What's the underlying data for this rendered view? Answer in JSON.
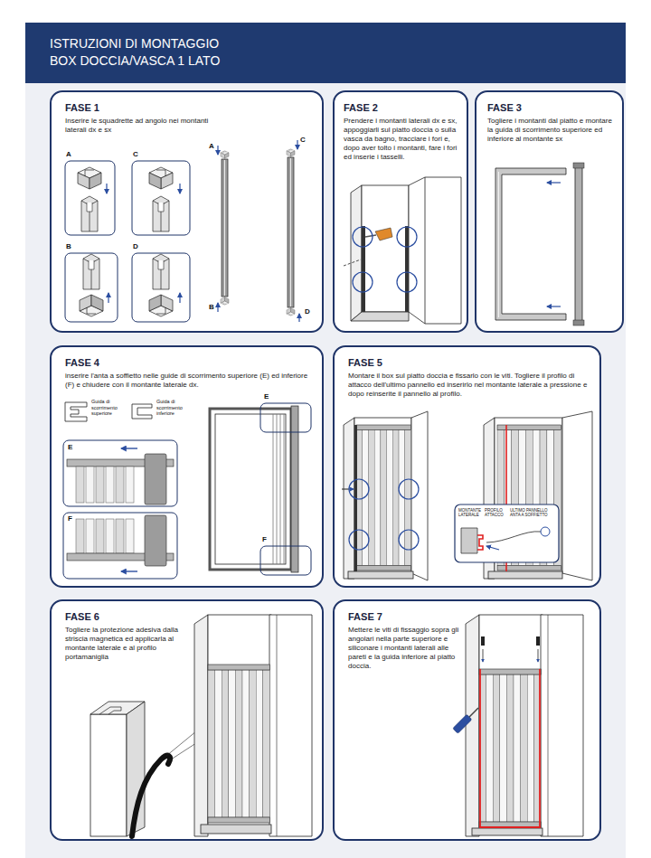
{
  "diagram": {
    "nodes": [
      {
        "text": [
          "ISTRUZIONI DI MONTAGGIO BOX DOCCIA/VASCA 1 LATO"
        ]
      },
      {
        "text": [
          "FASE 1",
          "Inserire le squadrette ad angolo nei montanti laterali dx e sx"
        ]
      },
      {
        "text": [
          "FASE 2",
          "Prendere i montanti laterali dx e sx, appoggiarli sul piatto doccia o sulla vasca da bagno, tracciare i fori e, dopo aver tolto i montanti, fare i fori ed inserie i tasselli."
        ]
      },
      {
        "text": [
          "FASE 3",
          "Togliere i montanti dal piatto e montare la guida di scorrimento superiore ed inferiore al montante sx"
        ]
      },
      {
        "text": [
          "FASE 4",
          "inserire l'anta a soffietto nelle guide di scorrimento superiore (E) ed inferiore (F) e chiudere con il montante laterale dx."
        ]
      },
      {
        "text": [
          "FASE 5",
          "Montare il box sul piatto doccia e fissarlo con le viti. Togliere il profilo di attacco dell'ultimo pannello ed inserirlo nel montante laterale a pressione e dopo reinserite il pannello al profilo."
        ]
      },
      {
        "text": [
          "FASE 6",
          "Togliere la protezione adesiva dalla striscia magnetica ed applicarla al montante laterale e al profilo portamaniglia"
        ]
      },
      {
        "text": [
          "FASE 7",
          "Mettere le viti di fissaggio sopra gli angolari nella parte superiore e siliconare i montanti laterali alle pareti e la guida inferiore al piatto doccia."
        ]
      }
    ],
    "labels": [
      "A",
      "C",
      "B",
      "D",
      "A",
      "B",
      "C",
      "D",
      "Guida di scorrimento superiore",
      "Guida di scorrimento inferiore",
      "E",
      "F",
      "E",
      "F",
      "MONTANTE LATERALE",
      "PROFILO ATTACCO",
      "ULTIMO PANNELLO ANTA A SOFFIETTO"
    ]
  }
}
